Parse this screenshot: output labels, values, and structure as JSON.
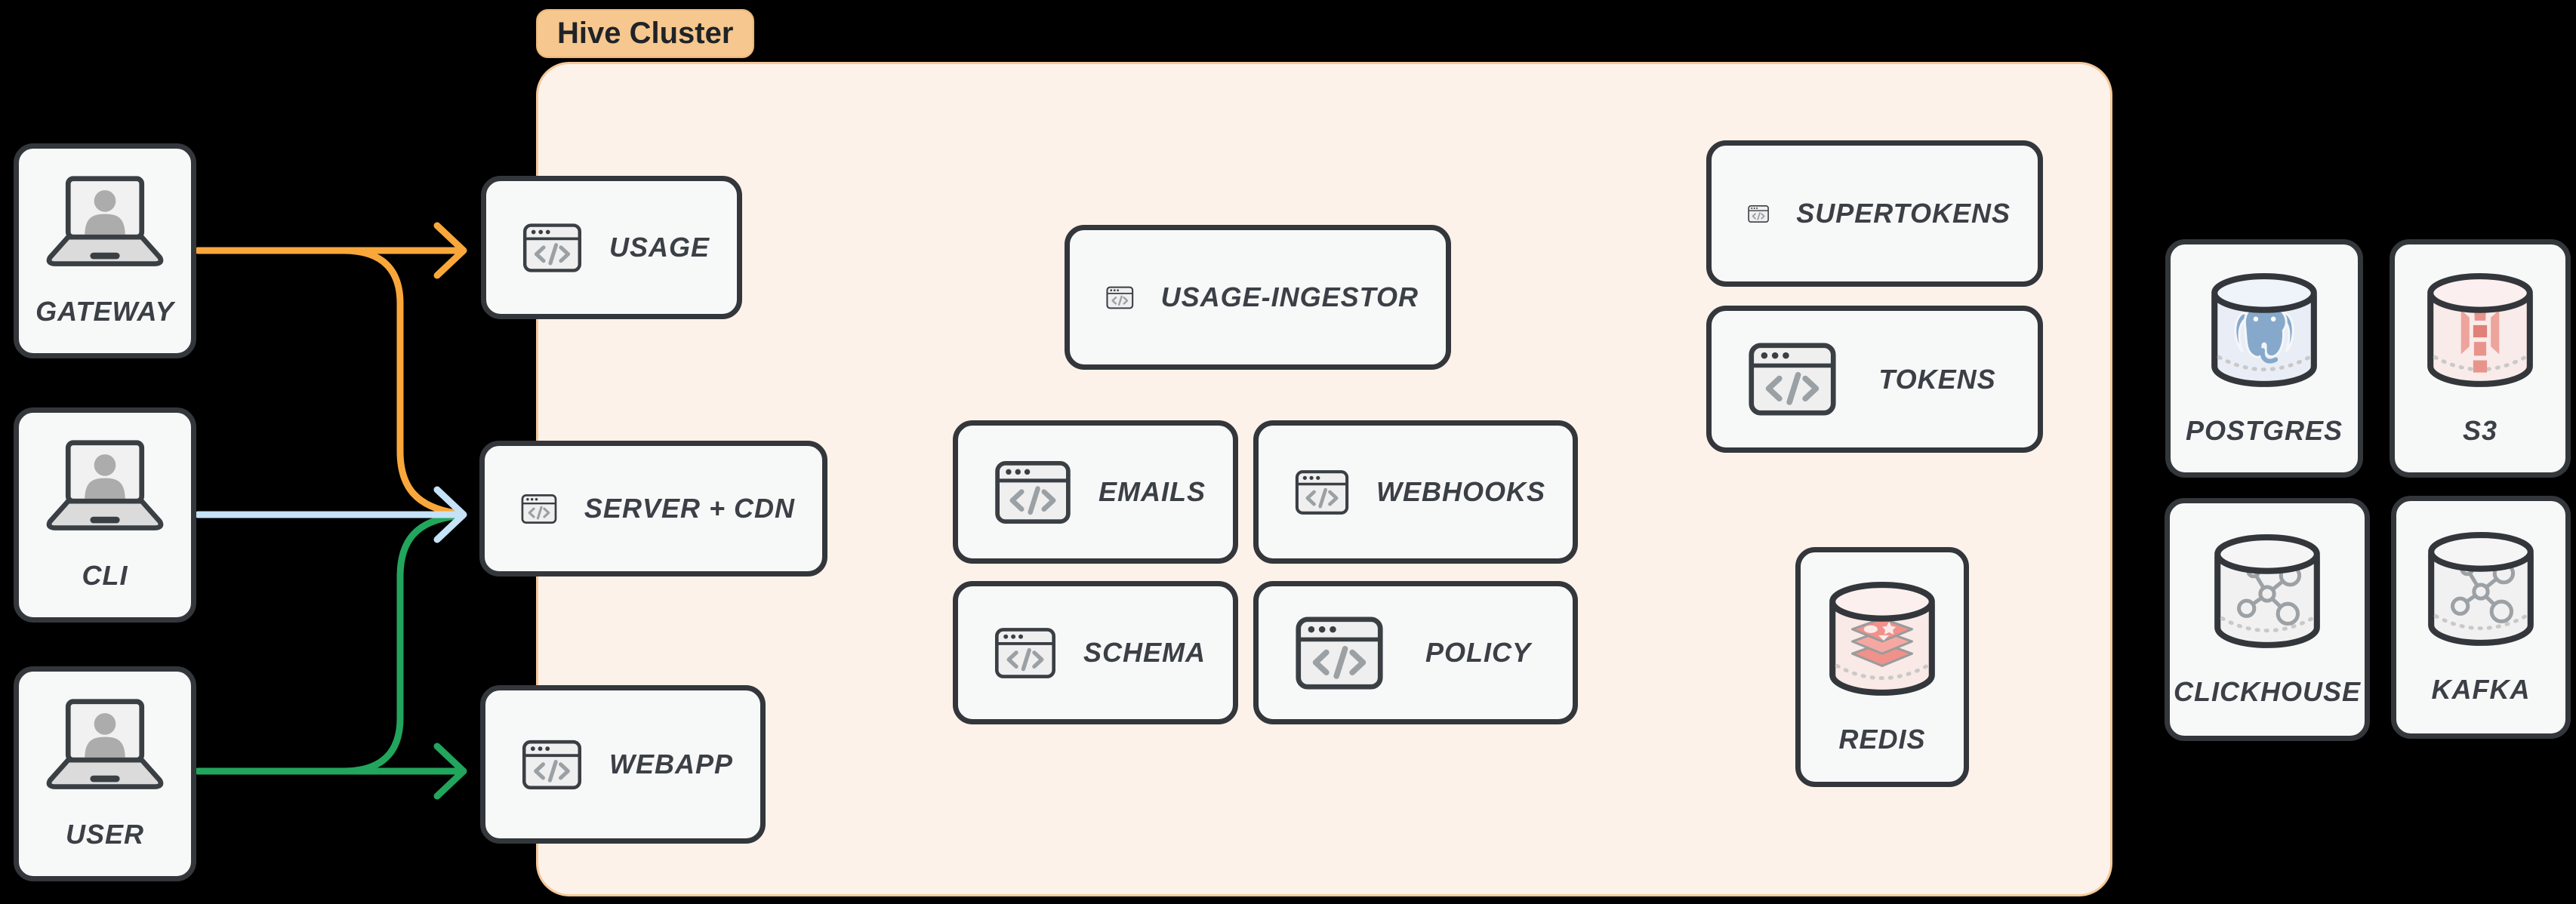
{
  "cluster": {
    "label": "Hive Cluster",
    "fill_color": "#FDF2E9",
    "border_color": "#F6C89A",
    "pill_color": "#F6C78E"
  },
  "palette": {
    "background": "#000000",
    "node_fill": "#F7F8F8",
    "node_border": "#33373B",
    "label_color": "#3B4046",
    "arrow_orange": "#F9A73B",
    "arrow_blue": "#C5E2F7",
    "arrow_green": "#22A55C"
  },
  "nodes": {
    "gateway": {
      "label": "GATEWAY",
      "icon": "laptop-user-icon",
      "group": "clients"
    },
    "cli": {
      "label": "CLI",
      "icon": "laptop-user-icon",
      "group": "clients"
    },
    "user": {
      "label": "USER",
      "icon": "laptop-user-icon",
      "group": "clients"
    },
    "usage": {
      "label": "USAGE",
      "icon": "code-window-icon",
      "group": "hive-cluster"
    },
    "server_cdn": {
      "label": "SERVER + CDN",
      "icon": "code-window-icon",
      "group": "hive-cluster"
    },
    "webapp": {
      "label": "WEBAPP",
      "icon": "code-window-icon",
      "group": "hive-cluster"
    },
    "usage_ingestor": {
      "label": "USAGE-INGESTOR",
      "icon": "code-window-icon",
      "group": "hive-cluster"
    },
    "emails": {
      "label": "EMAILS",
      "icon": "code-window-icon",
      "group": "hive-cluster"
    },
    "webhooks": {
      "label": "WEBHOOKS",
      "icon": "code-window-icon",
      "group": "hive-cluster"
    },
    "schema": {
      "label": "SCHEMA",
      "icon": "code-window-icon",
      "group": "hive-cluster"
    },
    "policy": {
      "label": "POLICY",
      "icon": "code-window-icon",
      "group": "hive-cluster"
    },
    "supertokens": {
      "label": "SUPERTOKENS",
      "icon": "code-window-icon",
      "group": "hive-cluster"
    },
    "tokens": {
      "label": "TOKENS",
      "icon": "code-window-icon",
      "group": "hive-cluster"
    },
    "redis": {
      "label": "REDIS",
      "icon": "database-redis-icon",
      "group": "hive-cluster"
    },
    "postgres": {
      "label": "POSTGRES",
      "icon": "database-postgres-icon",
      "group": "datastores"
    },
    "s3": {
      "label": "S3",
      "icon": "database-s3-icon",
      "group": "datastores"
    },
    "clickhouse": {
      "label": "CLICKHOUSE",
      "icon": "database-nodes-icon",
      "group": "datastores"
    },
    "kafka": {
      "label": "KAFKA",
      "icon": "database-nodes-icon",
      "group": "datastores"
    }
  },
  "arrows": [
    {
      "from": "GATEWAY",
      "to": "USAGE",
      "color": "#F9A73B"
    },
    {
      "from": "GATEWAY",
      "to": "SERVER + CDN",
      "color": "#F9A73B"
    },
    {
      "from": "CLI",
      "to": "SERVER + CDN",
      "color": "#C5E2F7"
    },
    {
      "from": "USER",
      "to": "SERVER + CDN",
      "color": "#22A55C"
    },
    {
      "from": "USER",
      "to": "WEBAPP",
      "color": "#22A55C"
    }
  ]
}
